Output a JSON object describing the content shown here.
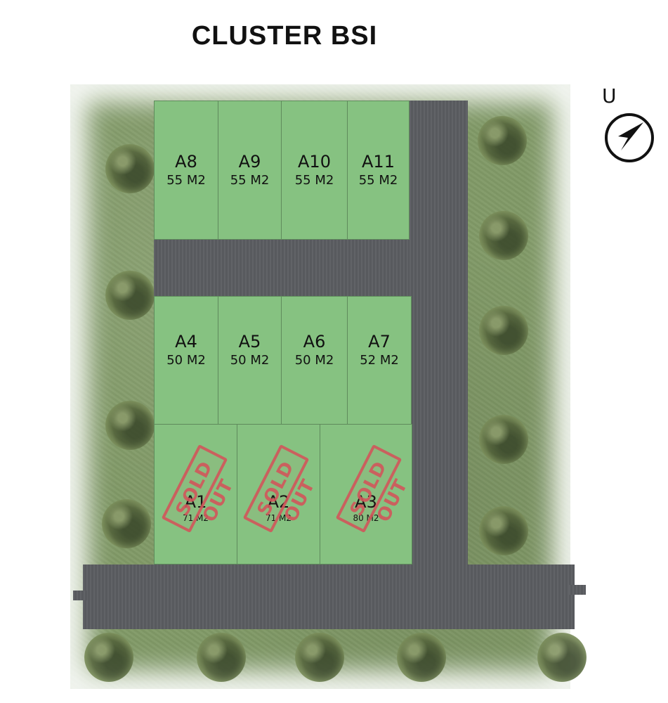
{
  "title": "CLUSTER BSI",
  "compass": {
    "label": "U",
    "icon": "north-arrow-icon"
  },
  "lots": {
    "A8": {
      "name": "A8",
      "size": "55 M2"
    },
    "A9": {
      "name": "A9",
      "size": "55 M2"
    },
    "A10": {
      "name": "A10",
      "size": "55 M2"
    },
    "A11": {
      "name": "A11",
      "size": "55 M2"
    },
    "A4": {
      "name": "A4",
      "size": "50 M2"
    },
    "A5": {
      "name": "A5",
      "size": "50 M2"
    },
    "A6": {
      "name": "A6",
      "size": "50 M2"
    },
    "A7": {
      "name": "A7",
      "size": "52 M2"
    },
    "A1": {
      "name": "A1",
      "size": "71 M2",
      "status": "SOLD OUT"
    },
    "A2": {
      "name": "A2",
      "size": "71 M2",
      "status": "SOLD OUT"
    },
    "A3": {
      "name": "A3",
      "size": "80 M2",
      "status": "SOLD OUT"
    }
  },
  "colors": {
    "lot": "#86c281",
    "road": "#5c5e62",
    "grass": "#7f9b63",
    "stamp": "#d2565b"
  }
}
